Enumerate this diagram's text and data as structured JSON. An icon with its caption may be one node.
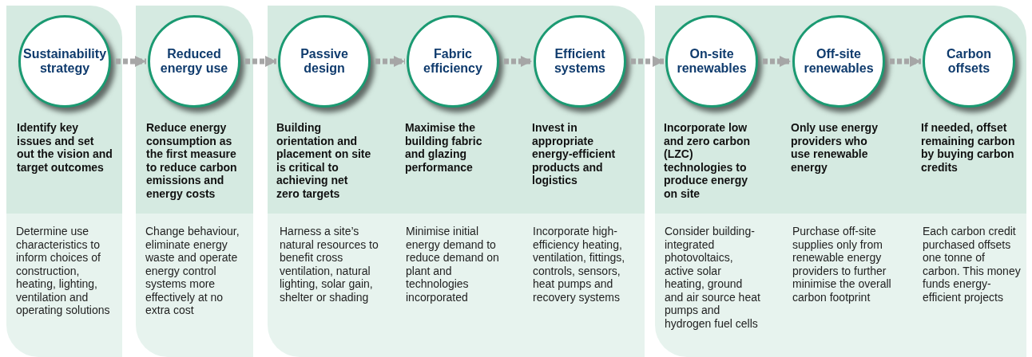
{
  "diagram": {
    "nodes": [
      {
        "text": [],
        "shape": "box"
      },
      {
        "text": [
          "Sustainability strategy"
        ],
        "in": 0,
        "beside": [
          "Identify key issues and set out the vision and target outcomes"
        ]
      },
      {
        "text": [],
        "shape": "box"
      },
      {
        "text": [
          "Reduced energy use"
        ],
        "in": 2,
        "beside": [
          "Reduce energy consumption as the first measure to reduce carbon emissions and energy costs"
        ]
      },
      {
        "text": [],
        "shape": "box"
      },
      {
        "text": [
          "Passive design"
        ],
        "in": 4,
        "beside": [
          "Building orientation and placement on site is critical to achieving net zero targets"
        ]
      },
      {
        "text": [
          "Fabric efficiency"
        ],
        "in": 4,
        "beside": [
          "Maximise the building fabric and glazing performance"
        ]
      },
      {
        "text": [
          "Efficient systems"
        ],
        "in": 4,
        "beside": [
          "Invest in appropriate energy-efficient products and logistics"
        ]
      },
      {
        "text": [],
        "shape": "box"
      },
      {
        "text": [
          "On-site renewables"
        ],
        "in": 8,
        "beside": [
          "Incorporate low and zero carbon (LZC) technologies to produce energy on site"
        ]
      },
      {
        "text": [
          "Off-site renewables"
        ],
        "in": 8,
        "beside": [
          "Only use energy providers who use renewable energy"
        ]
      },
      {
        "text": [
          "Carbon offsets"
        ],
        "in": 8,
        "beside": [
          "If needed, offset remaining carbon by buying carbon credits"
        ]
      }
    ],
    "edges": [
      {
        "from": 1,
        "to": 3,
        "arrow": "to",
        "style": "dashed"
      },
      {
        "from": 3,
        "to": 5,
        "arrow": "to",
        "style": "dashed"
      },
      {
        "from": 5,
        "to": 6,
        "arrow": "to",
        "style": "dashed"
      },
      {
        "from": 6,
        "to": 7,
        "arrow": "to",
        "style": "dashed"
      },
      {
        "from": 7,
        "to": 9,
        "arrow": "to",
        "style": "dashed"
      },
      {
        "from": 9,
        "to": 10,
        "arrow": "to",
        "style": "dashed"
      },
      {
        "from": 10,
        "to": 11,
        "arrow": "to",
        "style": "dashed"
      }
    ],
    "labels": [
      "Determine use characteristics to inform choices of construction, heating, lighting, ventilation and operating solutions",
      "Change behaviour, eliminate energy waste and operate energy control systems more effectively at no extra cost",
      "Harness a site’s natural resources to benefit cross ventilation, natural lighting, solar gain, shelter or shading",
      "Minimise initial energy demand to reduce demand on plant and technologies incorporated",
      "Incorporate high-efficiency heating, ventilation, fittings, controls, sensors, heat pumps and recovery systems",
      "Consider building-integrated photovoltaics, active solar heating, ground and air source heat pumps and hydrogen fuel cells",
      "Purchase off-site supplies only from renewable energy providers to further minimise the overall carbon footprint",
      "Each carbon credit purchased offsets one tonne of carbon. This money funds energy-efficient projects"
    ]
  }
}
